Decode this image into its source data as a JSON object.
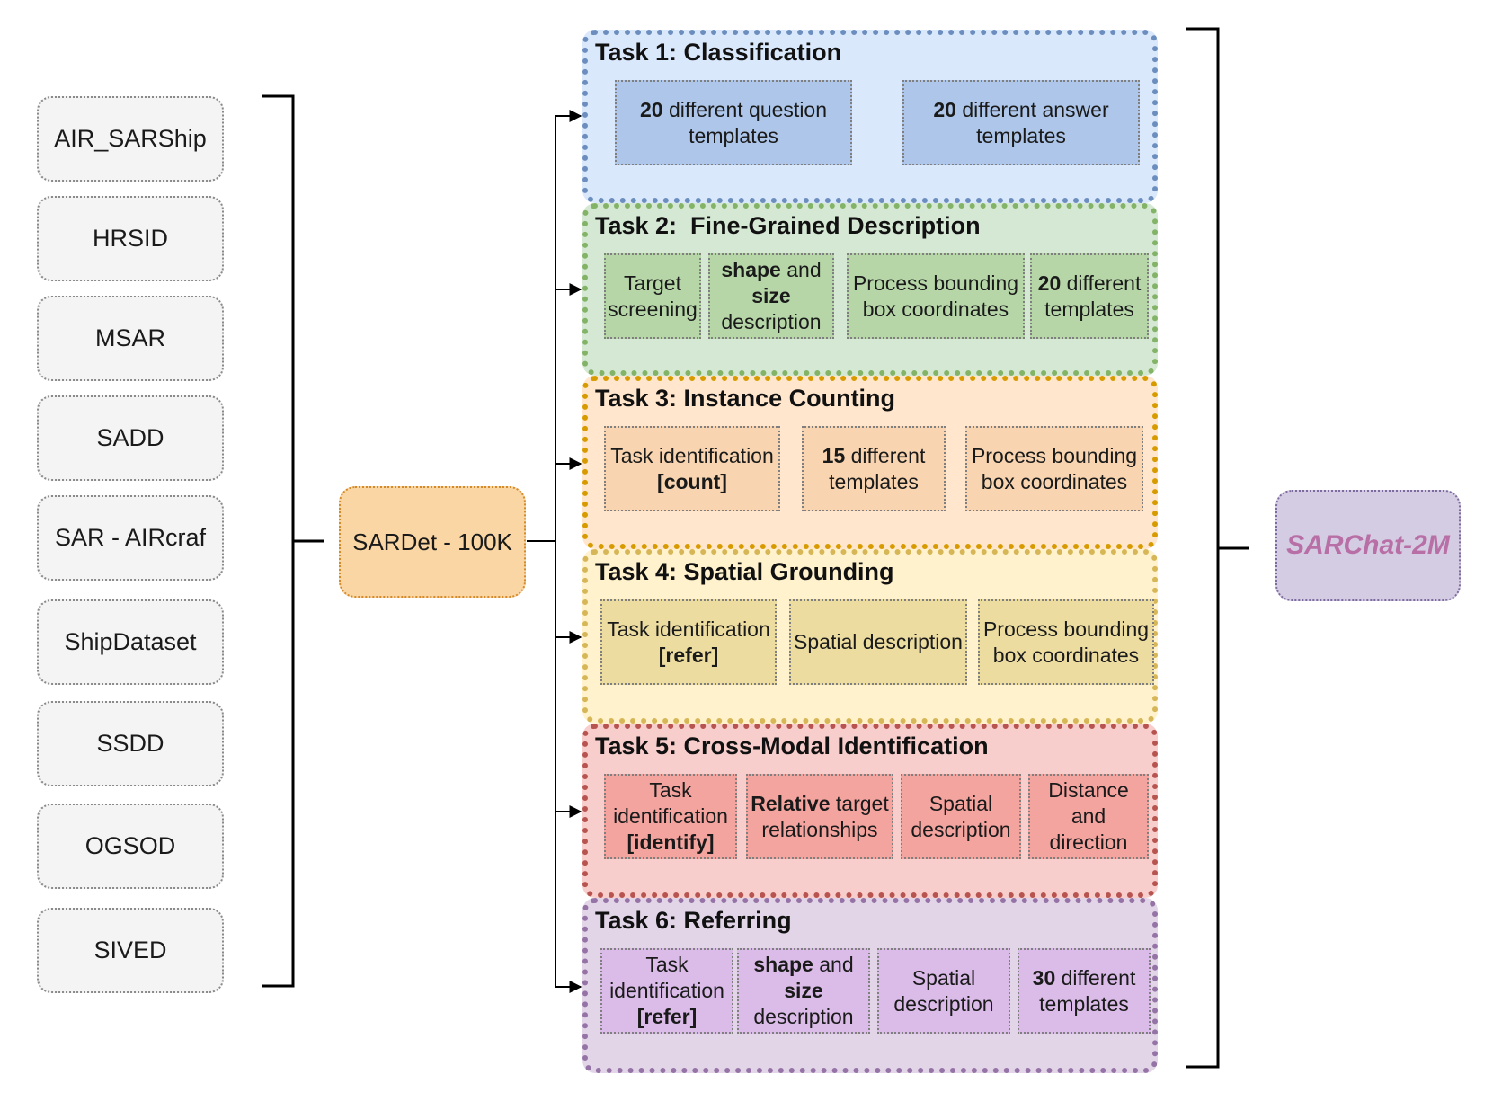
{
  "sources": [
    "AIR_SARShip",
    "HRSID",
    "MSAR",
    "SADD",
    "SAR - AIRcraf",
    "ShipDataset",
    "SSDD",
    "OGSOD",
    "SIVED"
  ],
  "hub_label": "SARDet - 100K",
  "output_label": "SARChat-2M",
  "tasks": [
    {
      "title": "Task 1: Classification",
      "items": [
        {
          "bold": "20",
          "text": " different question templates"
        },
        {
          "bold": "20",
          "text": " different answer templates"
        }
      ]
    },
    {
      "title": "Task 2:  Fine-Grained Description",
      "items": [
        {
          "text": "Target screening"
        },
        {
          "bold": "shape",
          "text": " and ",
          "bold2": "size",
          "text2": " description"
        },
        {
          "text": "Process bounding box coordinates"
        },
        {
          "bold": "20",
          "text": " different templates"
        }
      ]
    },
    {
      "title": "Task 3: Instance Counting",
      "items": [
        {
          "text": "Task identification ",
          "bold": "[count]"
        },
        {
          "bold": "15",
          "text": " different templates"
        },
        {
          "text": "Process bounding box coordinates"
        }
      ]
    },
    {
      "title": "Task 4: Spatial Grounding",
      "items": [
        {
          "text": "Task identification ",
          "bold": "[refer]"
        },
        {
          "text": "Spatial description"
        },
        {
          "text": "Process bounding box coordinates"
        }
      ]
    },
    {
      "title": "Task 5: Cross-Modal Identification",
      "items": [
        {
          "text": "Task identification ",
          "bold": "[identify]"
        },
        {
          "bold": "Relative",
          "text": " target relationships"
        },
        {
          "text": "Spatial description"
        },
        {
          "text": "Distance and direction"
        }
      ]
    },
    {
      "title": "Task 6: Referring",
      "items": [
        {
          "text": "Task identification ",
          "bold": "[refer]"
        },
        {
          "bold": "shape",
          "text": " and ",
          "bold2": "size",
          "text2": " description"
        },
        {
          "text": "Spatial description"
        },
        {
          "bold": "30",
          "text": " different templates"
        }
      ]
    }
  ]
}
